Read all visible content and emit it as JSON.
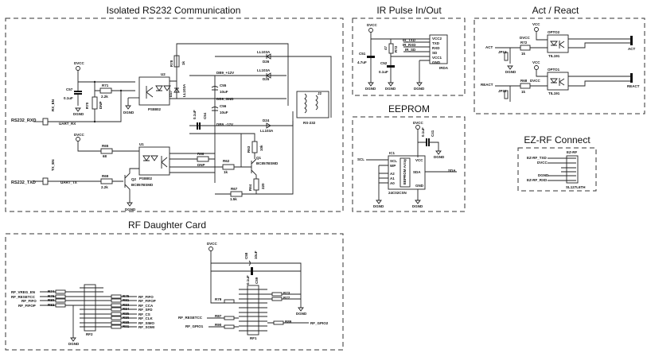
{
  "sections": {
    "rs232": {
      "title": "Isolated RS232 Communication",
      "nets": {
        "rxd": "RS232_RXD",
        "txd": "RS232_TXD",
        "uart_rx": "UART_RX",
        "uart_tx": "UART_TX",
        "rx_en": "RX_EN",
        "tx_en": "TX_EN",
        "dvcc1": "DVCC",
        "dvcc2": "DVCC",
        "dgnd1": "DGND",
        "dgnd2": "DGND",
        "dgnd3": "DGND",
        "dgnd4": "DGND",
        "db9_p12": "DB9_+12V",
        "db9_gnd": "DB9_GND",
        "db9_m12": "DB9_-12V"
      },
      "components": {
        "c57": "C57",
        "c57_val": "0.1uF",
        "r70": "R70",
        "r70_val": "DNP",
        "r71": "R71",
        "r71_val": "2.2k",
        "u2": "U2",
        "u2_part": "PS8802",
        "r78": "R78",
        "r78_val": "1k",
        "d27": "D27",
        "d27_part": "LL103A",
        "d26": "D26",
        "d26_part": "LL103A",
        "d25": "D25",
        "d25_part": "LL103A",
        "d24": "D24",
        "d24_part": "LL103A",
        "c55": "C55",
        "c55_val": "10uF",
        "c56": "C56",
        "c56_val": "10uF",
        "c54": "C54",
        "c54_val": "0.1uF",
        "j2": "J2",
        "j2_part": "RS-232",
        "r65": "R65",
        "r65_val": "68",
        "u1": "U1",
        "u1_part": "PS8802",
        "r69": "R69",
        "r69_val": "2.2k",
        "q2": "Q2",
        "q2_part": "BC857BSMD",
        "r66": "R66",
        "r66_val": "DNP",
        "r62": "R62",
        "r62_val": "1k",
        "r63": "R63",
        "r63_val": "10k",
        "q1": "Q1",
        "q1_part": "BC857BSMD",
        "r64": "R64",
        "r64_val": "220",
        "r67": "R67",
        "r67_val": "1.5k"
      }
    },
    "ir": {
      "title": "IR Pulse In/Out",
      "dvcc": "DVCC",
      "c51": "C51",
      "c51_val": "4.7uF",
      "c52": "C52",
      "c52_val": "0.1uF",
      "r47": "47",
      "r47_name": "R72",
      "signals": [
        "IR_TXD",
        "IR_RXD",
        "IR_SD"
      ],
      "pins": [
        "VCC2",
        "TXD",
        "RXD",
        "SD",
        "VCC1",
        "GND"
      ],
      "part": "IRDA",
      "gnd": [
        "DGND",
        "DGND",
        "DGND"
      ]
    },
    "act": {
      "title": "Act / React",
      "vcc1": "VCC",
      "vcc2": "VCC",
      "dvcc1": "DVCC",
      "dvcc2": "DVCC",
      "opto2": "OPTO2",
      "opto1": "OPTO1",
      "opto_part": "TIL191",
      "r72": "R72",
      "r72_val": "1k",
      "r68": "R68",
      "r68_val": "1k",
      "jp12": "JP12",
      "jp11": "JP11",
      "act_in": "ACT",
      "act_out": "ACT",
      "react_in": "REACT",
      "react_out": "REACT",
      "dgnd": "DGND"
    },
    "eeprom": {
      "title": "EEPROM",
      "dvcc": "DVCC",
      "c41": "C41",
      "c41_val": "0.1uF",
      "ic1": "IC1",
      "part": "24C02CSN",
      "array": "EEPROM Array",
      "pins_left": [
        "SCL",
        "WP",
        "A2",
        "A1",
        "A0"
      ],
      "pin_nums_left": [
        "6",
        "7",
        "3",
        "2",
        "1"
      ],
      "pins_right": [
        "VCC",
        "SDA",
        "GND"
      ],
      "scl": "SCL",
      "sda": "SDA",
      "gnd": [
        "DGND",
        "DGND",
        "DGND"
      ]
    },
    "ezrf": {
      "title": "EZ-RF Connect",
      "header": "EZ-RF",
      "part": "SL127L6TH",
      "signals": [
        "EZ-RF_TXD",
        "DVCC",
        "",
        "",
        "DGND",
        "EZ-RF_RXD"
      ],
      "pins": [
        "1",
        "2",
        "3",
        "4",
        "5",
        "6"
      ]
    },
    "rf": {
      "title": "RF Daughter Card",
      "left_signals": [
        "RF_VREG_EN",
        "RF_RESETCC",
        "RF_FIFO",
        "RF_FIFOP"
      ],
      "left_res": [
        "R74",
        "R76",
        "R80",
        "R82"
      ],
      "right_signals": [
        "RF_FIFO",
        "RF_FIFOP",
        "RF_CCA",
        "RF_SFD",
        "RF_CS",
        "RF_CLK",
        "RF_SIMO",
        "RF_SOMI"
      ],
      "right_res": [
        "R75",
        "R81",
        "R83",
        "R84",
        "R85",
        "R86",
        "R88",
        "R91"
      ],
      "rf2": "RF2",
      "rf1": "RF1",
      "dgnd1": "DGND",
      "dgnd2": "DGND",
      "dvcc": "DVCC",
      "c58": "C58",
      "c58_val": "10uF",
      "c59": "C59",
      "c59_val": "0.1uF",
      "r73": "R73",
      "r77": "R77",
      "r79": "R79",
      "r87": "R87",
      "r90": "R90",
      "r89": "R89",
      "rf1_left": [
        "RF_RESETCC",
        "RF_GPIO1"
      ],
      "rf1_right": "RF_GPIO2",
      "zero": "0"
    }
  }
}
